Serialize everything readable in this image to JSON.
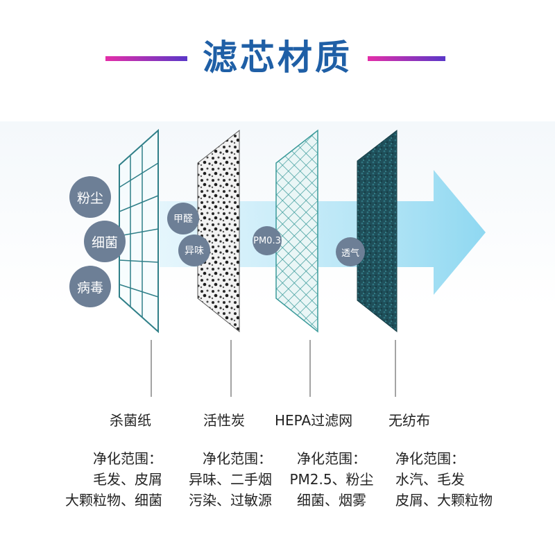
{
  "title": "滤芯材质",
  "pollutants": [
    "粉尘",
    "细菌",
    "病毒",
    "甲醛",
    "异味",
    "PM0.3",
    "透气"
  ],
  "layers": [
    {
      "name": "杀菌纸",
      "range_label": "净化范围：",
      "lines": [
        "毛发、皮屑",
        "大颗粒物、细菌"
      ]
    },
    {
      "name": "活性炭",
      "range_label": "净化范围：",
      "lines": [
        "异味、二手烟",
        "污染、过敏源"
      ]
    },
    {
      "name": "HEPA过滤网",
      "range_label": "净化范围：",
      "lines": [
        "PM2.5、粉尘",
        "细菌、烟雾"
      ]
    },
    {
      "name": "无纺布",
      "range_label": "净化范围：",
      "lines": [
        "水汽、毛发",
        "皮屑、大颗粒物"
      ]
    }
  ],
  "colors": {
    "title": "#1f5fa6",
    "bubble": "#6d7f96",
    "arrow": "#9fdcf2",
    "nonwoven": "#1f4f5a",
    "hepa": "#3a9a9a"
  }
}
